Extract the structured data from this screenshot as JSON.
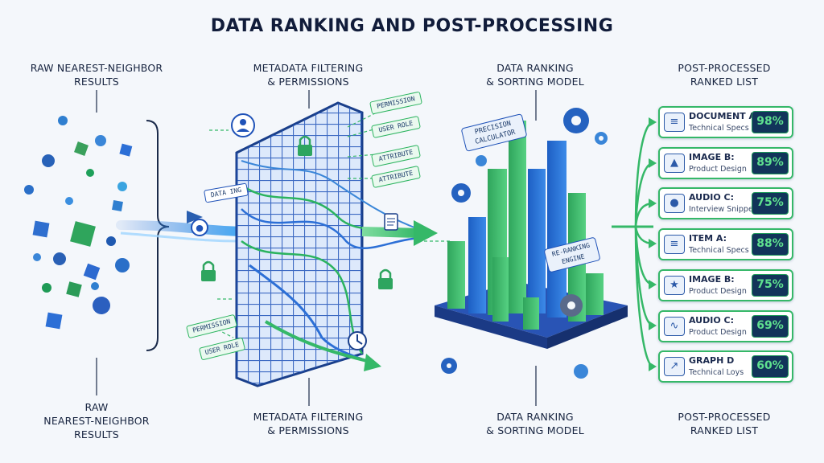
{
  "title": "DATA RANKING AND POST-PROCESSING",
  "stages_top": [
    "RAW NEAREST-NEIGHBOR\nRESULTS",
    "METADATA FILTERING\n& PERMISSIONS",
    "DATA RANKING\n& SORTING MODEL",
    "POST-PROCESSED\nRANKED LIST"
  ],
  "stages_bottom": [
    "RAW\nNEAREST-NEIGHBOR\nRESULTS",
    "METADATA FILTERING\n& PERMISSIONS",
    "DATA RANKING\n& SORTING MODEL",
    "POST-PROCESSED\nRANKED LIST"
  ],
  "filter_tags": {
    "permission_top": "PERMISSION",
    "user_role_top": "USER ROLE",
    "attribute_1": "ATTRIBUTE",
    "attribute_2": "ATTRIBUTE",
    "data_ing": "DATA ING",
    "permission_bottom": "PERMISSION",
    "user_role_bottom": "USER ROLE"
  },
  "model_tags": {
    "precision": "PRECISION\nCALCULATOR",
    "reranking": "RE-RANKING\nENGINE"
  },
  "ranked_list": [
    {
      "title": "DOCUMENT A:",
      "subtitle": "Technical Specs",
      "score": "98%",
      "icon": "document-icon"
    },
    {
      "title": "IMAGE B:",
      "subtitle": "Product Design",
      "score": "89%",
      "icon": "image-icon"
    },
    {
      "title": "AUDIO C:",
      "subtitle": "Interview Snippet",
      "score": "75%",
      "icon": "microphone-icon"
    },
    {
      "title": "ITEM A:",
      "subtitle": "Technical Specs",
      "score": "88%",
      "icon": "document-icon"
    },
    {
      "title": "IMAGE B:",
      "subtitle": "Product Design",
      "score": "75%",
      "icon": "star-icon"
    },
    {
      "title": "AUDIO C:",
      "subtitle": "Product Design",
      "score": "69%",
      "icon": "waveform-icon"
    },
    {
      "title": "GRAPH D",
      "subtitle": "Technical Loys",
      "score": "60%",
      "icon": "line-chart-icon"
    }
  ],
  "colors": {
    "blue": "#2c6fd6",
    "navy": "#1a3f8a",
    "green": "#35b868",
    "score_bg": "#12345a",
    "score_text": "#5fe08f"
  },
  "icon_glyphs": {
    "document-icon": "≡",
    "image-icon": "▲",
    "microphone-icon": "●",
    "star-icon": "★",
    "waveform-icon": "∿",
    "line-chart-icon": "↗"
  }
}
